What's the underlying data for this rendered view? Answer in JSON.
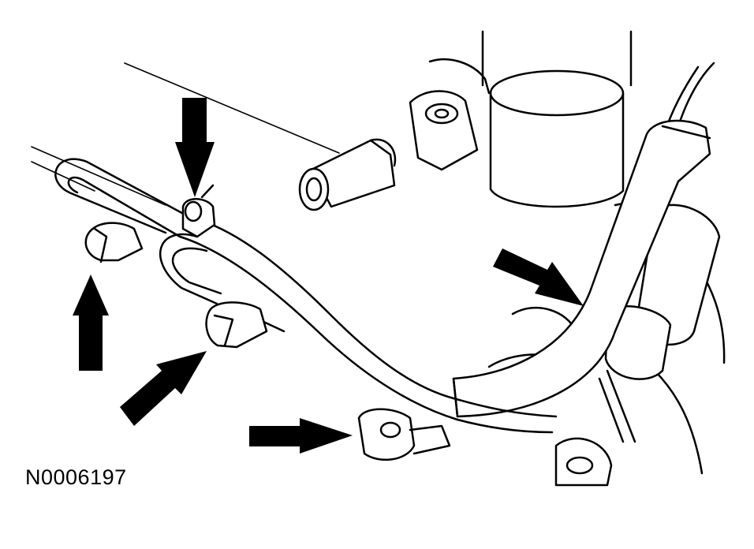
{
  "figure": {
    "id_label": "N0006197"
  },
  "callouts": [
    {
      "name": "arrow-top-clip",
      "icon": "arrow-down-icon"
    },
    {
      "name": "arrow-left-bracket",
      "icon": "arrow-up-icon"
    },
    {
      "name": "arrow-center-bracket",
      "icon": "arrow-up-right-icon"
    },
    {
      "name": "arrow-main-hose",
      "icon": "arrow-down-right-icon"
    },
    {
      "name": "arrow-lower-clamp",
      "icon": "arrow-right-icon"
    }
  ]
}
